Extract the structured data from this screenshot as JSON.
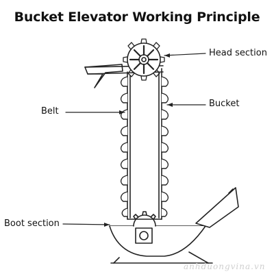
{
  "title": "Bucket Elevator Working Principle",
  "labels": {
    "head_section": "Head section",
    "bucket": "Bucket",
    "belt": "Belt",
    "boot_section": "Boot section"
  },
  "watermark": "anhduongvina.vn",
  "colors": {
    "line": "#222222",
    "bucket_fill": "#ffffff",
    "watermark": "#cfcfcf"
  },
  "icons": {
    "head_pulley": "sprocket-gear",
    "boot_pulley": "sprocket-gear"
  }
}
